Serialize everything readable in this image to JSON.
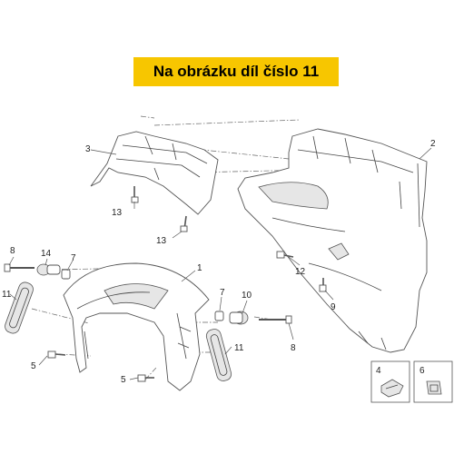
{
  "banner": {
    "text": "Na obrázku díl číslo 11",
    "color": "#f7c600"
  },
  "callouts": {
    "c1": "1",
    "c2": "2",
    "c3": "3",
    "c4": "4",
    "c5a": "5",
    "c5b": "5",
    "c6": "6",
    "c7a": "7",
    "c7b": "7",
    "c8a": "8",
    "c8b": "8",
    "c9": "9",
    "c10": "10",
    "c11a": "11",
    "c11b": "11",
    "c12": "12",
    "c13a": "13",
    "c13b": "13",
    "c14": "14"
  }
}
